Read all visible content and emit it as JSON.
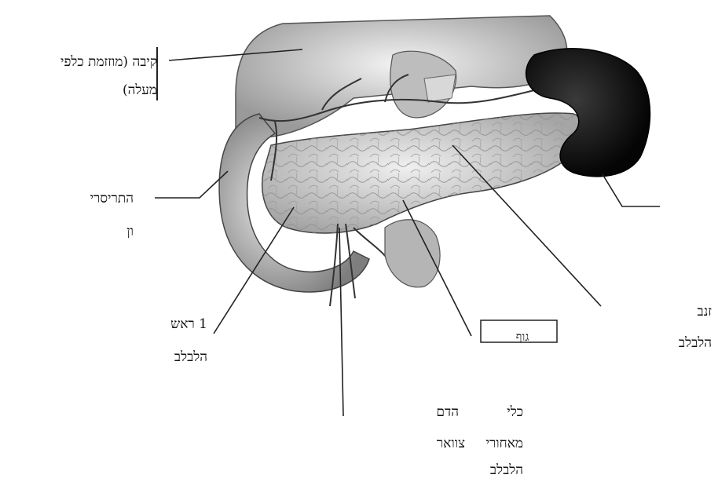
{
  "labels": {
    "stomach": "קיבה (מוזזמת כלפי מעלה)",
    "stomach_line1": "קיבה (מוזזמת כלפי",
    "stomach_line2": "מעלה)",
    "duodenum_line1": "התריסרי",
    "duodenum_line2": "ון",
    "head_line1": "1 ראש",
    "head_line2": "הלבלב",
    "tail_line1": "זנב",
    "tail_line2": "הלבלב",
    "vessels_line1": "כלי",
    "vessels_line2": "הדם",
    "vessels_line3": "מאחורי",
    "vessels_line4": "צוואר",
    "vessels_line5": "הלבלב",
    "body_box": "גוף"
  }
}
